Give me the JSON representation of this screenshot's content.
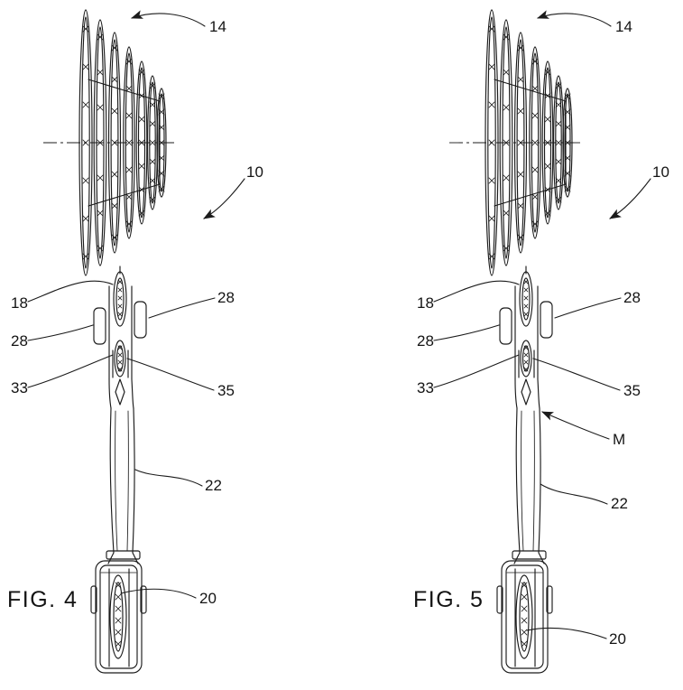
{
  "document": {
    "type": "patent-figure-sheet",
    "background": "#ffffff",
    "line_color": "#1b1b1b"
  },
  "figures": [
    {
      "caption": "FIG. 4",
      "labels": {
        "cassette": "14",
        "transmission": "10",
        "guide_pulley": "18",
        "plate_right": "28",
        "plate_left": "28",
        "link_left": "33",
        "link_right": "35",
        "arm": "22",
        "tension_pulley": "20"
      }
    },
    {
      "caption": "FIG. 5",
      "labels": {
        "cassette": "14",
        "transmission": "10",
        "guide_pulley": "18",
        "plate_right": "28",
        "plate_left": "28",
        "link_left": "33",
        "link_right": "35",
        "motor": "M",
        "arm": "22",
        "tension_pulley": "20"
      }
    }
  ]
}
